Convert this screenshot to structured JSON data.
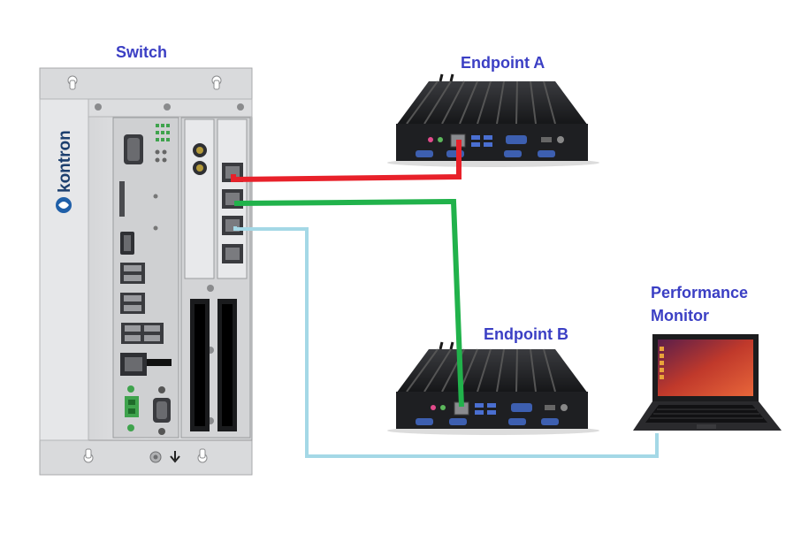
{
  "labels": {
    "switch": "Switch",
    "endpoint_a": "Endpoint A",
    "endpoint_b": "Endpoint B",
    "monitor_line1": "Performance",
    "monitor_line2": "Monitor"
  },
  "brand": "kontron",
  "colors": {
    "label": "#3b3fc4",
    "cable_a": "#e8212a",
    "cable_b": "#21b24b",
    "cable_monitor": "#a4d8e6",
    "chassis": "#d7d8da",
    "endpoint_body": "#1e1f22"
  },
  "connections": [
    {
      "from": "switch-port-1",
      "to": "endpoint-a",
      "color": "#e8212a"
    },
    {
      "from": "switch-port-2",
      "to": "endpoint-b",
      "color": "#21b24b"
    },
    {
      "from": "switch-port-3",
      "to": "performance-monitor",
      "color": "#a4d8e6"
    }
  ]
}
